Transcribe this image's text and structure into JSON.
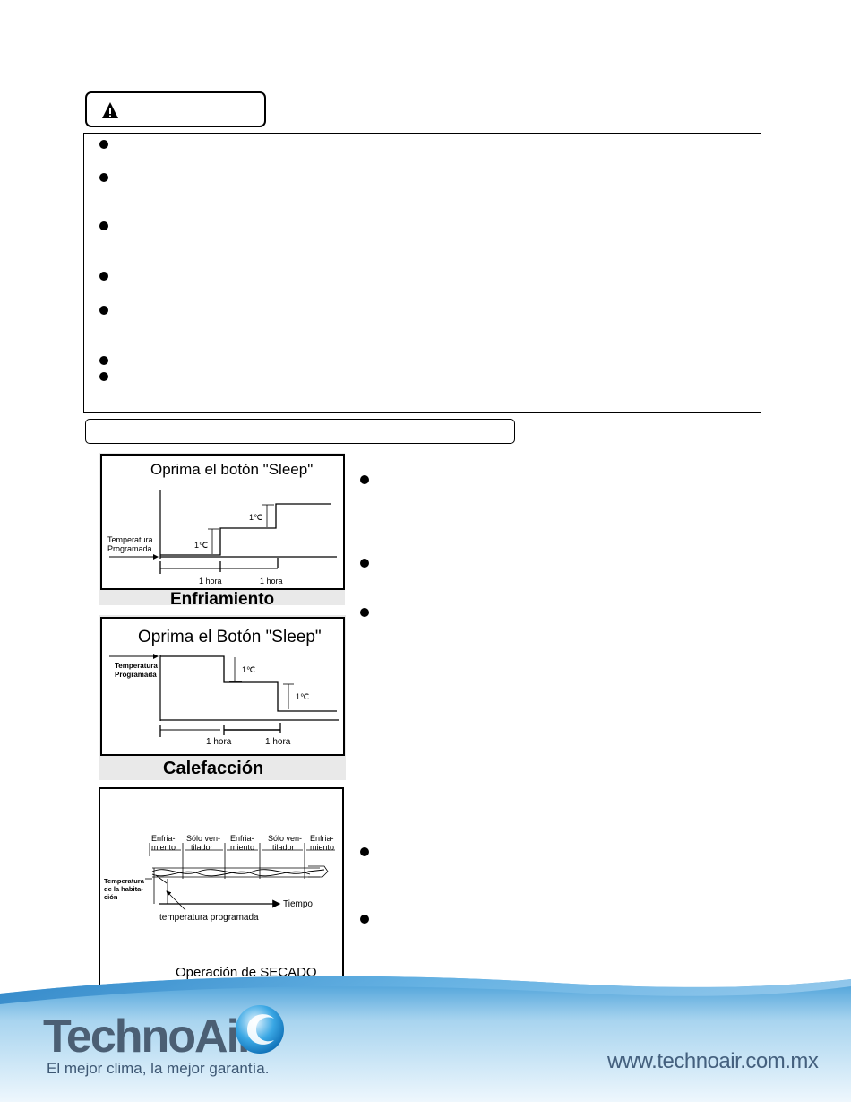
{
  "diagrams": {
    "cooling": {
      "title": "Oprima el botón \"Sleep\"",
      "set_temp_label_line1": "Temperatura",
      "set_temp_label_line2": "Programada",
      "step1": "1℃",
      "step2": "1℃",
      "hour1": "1 hora",
      "hour2": "1 hora",
      "caption": "Enfriamiento"
    },
    "heating": {
      "title": "Oprima el Botón \"Sleep\"",
      "set_temp_label_line1": "Temperatura",
      "set_temp_label_line2": "Programada",
      "step1": "1℃",
      "step2": "1℃",
      "hour1": "1 hora",
      "hour2": "1 hora",
      "caption": "Calefacción"
    },
    "dry": {
      "phase1_line1": "Enfria-",
      "phase1_line2": "miento",
      "phase2_line1": "Sólo ven-",
      "phase2_line2": "tilador",
      "phase3_line1": "Enfria-",
      "phase3_line2": "miento",
      "phase4_line1": "Sólo ven-",
      "phase4_line2": "tilador",
      "phase5_line1": "Enfria-",
      "phase5_line2": "miento",
      "room_temp_line1": "Temperatura",
      "room_temp_line2": "de la habita-",
      "room_temp_line3": "ción",
      "time_label": "Tiempo",
      "set_temp_label": "temperatura programada",
      "caption": "Operación de SECADO"
    }
  },
  "footer": {
    "brand": "TechnoAir",
    "tagline": "El mejor clima, la mejor garantía.",
    "url": "www.technoair.com.mx"
  },
  "icons": {
    "warning": "warning-triangle-icon",
    "bullet": "bullet-dot-icon",
    "logo": "technoair-swirl-logo-icon"
  },
  "colors": {
    "footer_blue": "#3f9ad6",
    "brand_gray": "#4b5f74"
  }
}
